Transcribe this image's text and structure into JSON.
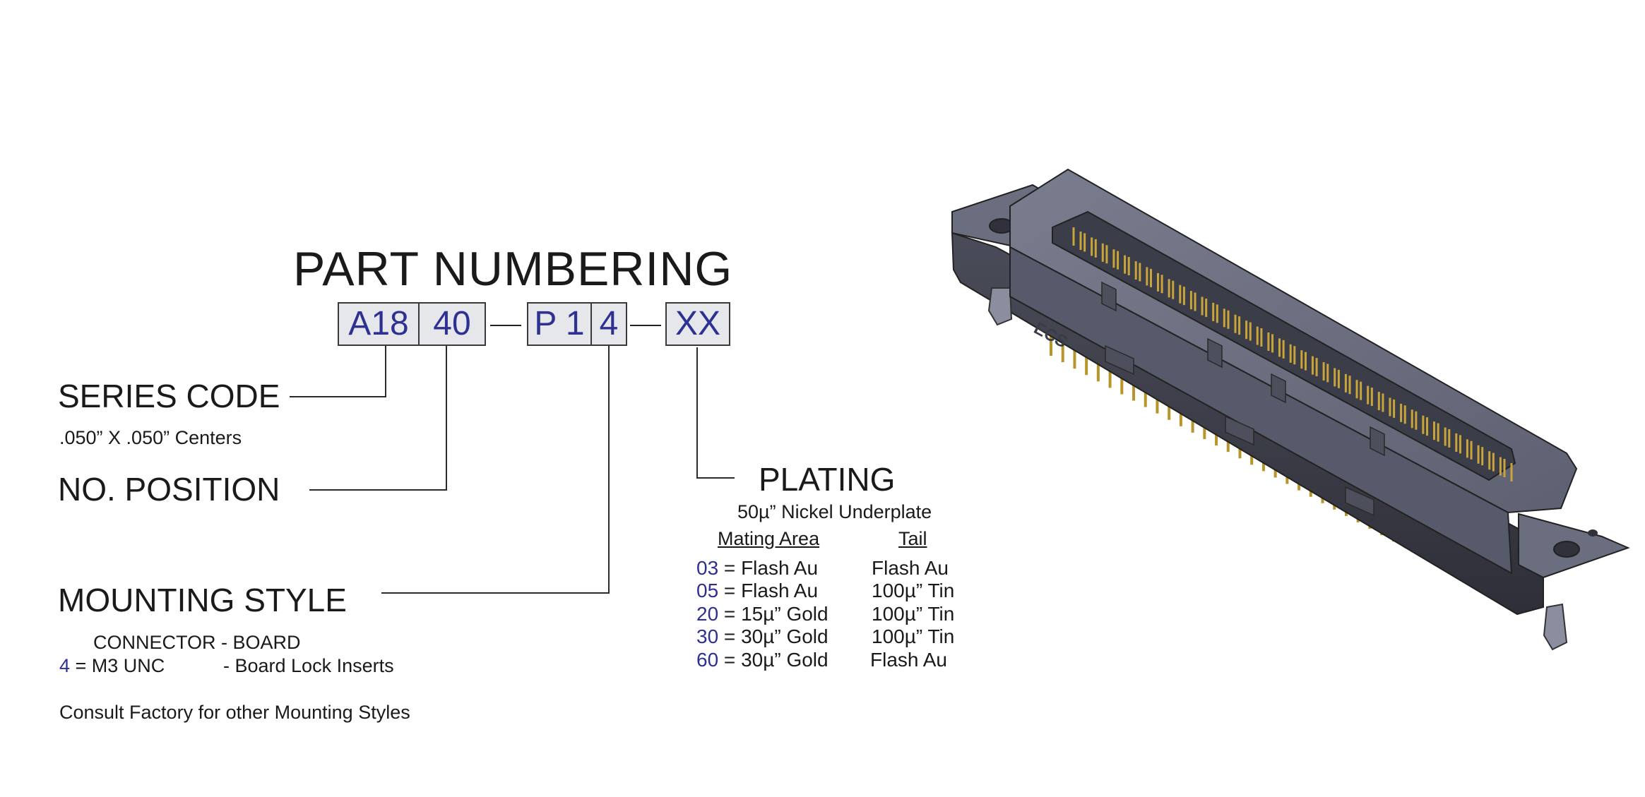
{
  "title": "PART NUMBERING",
  "part_boxes": {
    "series": "A18",
    "positions": "40",
    "style_prefix": "P 1",
    "style_code": "4",
    "plating": "XX"
  },
  "series_code": {
    "label": "SERIES CODE",
    "detail": ".050” X .050” Centers"
  },
  "no_position": {
    "label": "NO. POSITION"
  },
  "mounting_style": {
    "label": "MOUNTING STYLE",
    "header": "CONNECTOR - BOARD",
    "option_code": "4",
    "option_eq": " = M3 UNC",
    "option_desc": "- Board Lock Inserts",
    "note": "Consult Factory for other Mounting Styles"
  },
  "plating": {
    "label": "PLATING",
    "underplate": "50µ” Nickel Underplate",
    "col_mating": "Mating Area",
    "col_tail": "Tail",
    "rows": [
      {
        "code": "03",
        "mating": " = Flash Au",
        "tail": "Flash Au"
      },
      {
        "code": "05",
        "mating": " = Flash Au",
        "tail": "100µ” Tin"
      },
      {
        "code": "20",
        "mating": " = 15µ” Gold",
        "tail": "100µ” Tin"
      },
      {
        "code": "30",
        "mating": " = 30µ” Gold",
        "tail": "100µ” Tin"
      },
      {
        "code": "60",
        "mating": " = 30µ” Gold",
        "tail": "Flash Au"
      }
    ]
  },
  "connector_marking": "ECS",
  "colors": {
    "code_blue": "#2e3192",
    "box_fill": "#e6e7ea",
    "housing": "#5b5e6e",
    "pins": "#b8952a"
  }
}
